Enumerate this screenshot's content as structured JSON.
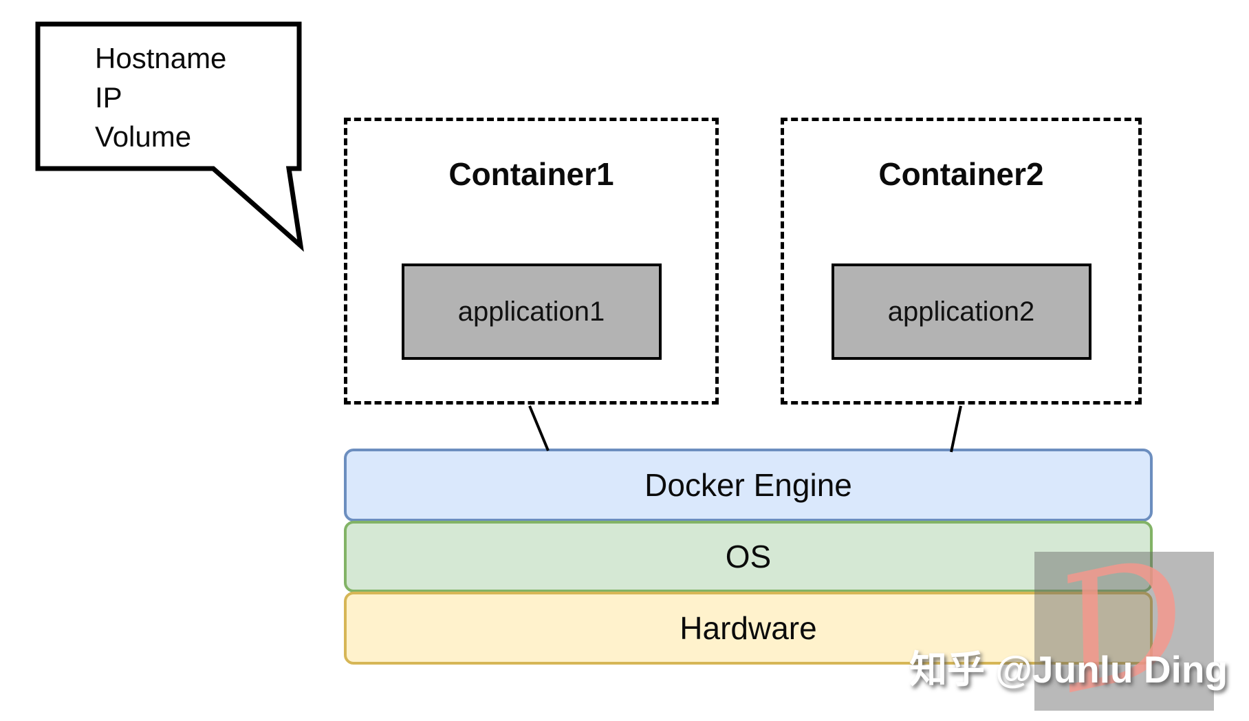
{
  "callout": {
    "lines": [
      "Hostname",
      "IP",
      "Volume"
    ]
  },
  "containers": [
    {
      "title": "Container1",
      "app_label": "application1"
    },
    {
      "title": "Container2",
      "app_label": "application2"
    }
  ],
  "layers": [
    {
      "label": "Docker Engine",
      "fill": "#dae8fc",
      "border": "#6c8ebf"
    },
    {
      "label": "OS",
      "fill": "#d5e8d4",
      "border": "#82b366"
    },
    {
      "label": "Hardware",
      "fill": "#fff2cc",
      "border": "#d6b656"
    }
  ],
  "app_box_color": "#b3b3b3",
  "watermark": {
    "text": "知乎 @Junlu Ding",
    "logo_letter": "D",
    "logo_color": "#f8978c"
  }
}
